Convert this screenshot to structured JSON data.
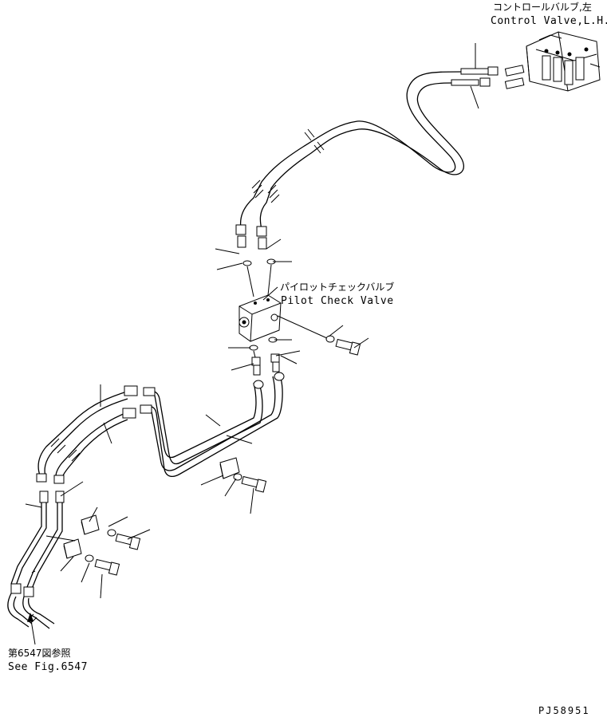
{
  "labels": {
    "control_valve_jp": "コントロールバルブ,左",
    "control_valve_en": "Control Valve,L.H.",
    "pilot_check_jp": "パイロットチェックバルブ",
    "pilot_check_en": "Pilot Check Valve",
    "see_fig_jp": "第6547図参照",
    "see_fig_en": "See Fig.6547",
    "drawing_no": "PJ58951"
  }
}
